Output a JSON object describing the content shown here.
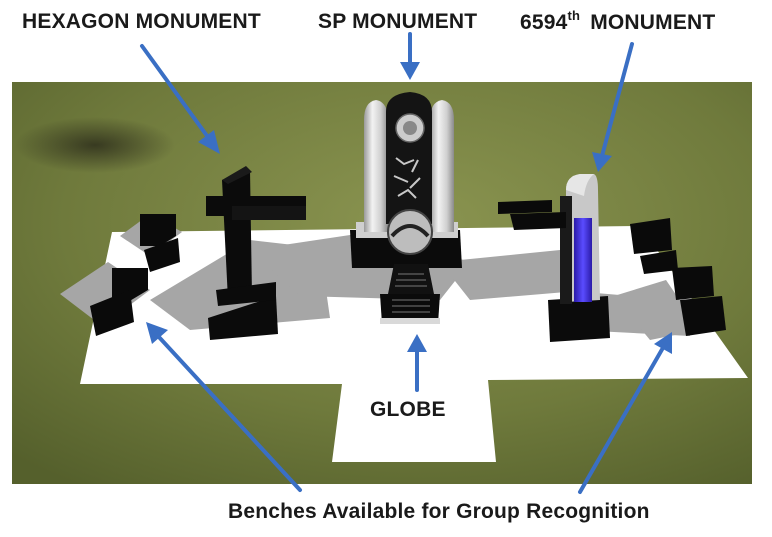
{
  "labels": {
    "hexagon": "HEXAGON MONUMENT",
    "sp": "SP MONUMENT",
    "m6594_number": "6594",
    "m6594_suffix": "th",
    "m6594_word": "MONUMENT",
    "globe": "GLOBE",
    "benches": "Benches Available for Group Recognition"
  },
  "colors": {
    "arrow": "#3a6fc4",
    "grass": "#6f7a3c",
    "plaza": "#ffffff",
    "shadow": "#9a9a9a",
    "bench": "#0a0a0a",
    "stone": "#d9d9d9",
    "accent_blue": "#3d2bd6"
  }
}
